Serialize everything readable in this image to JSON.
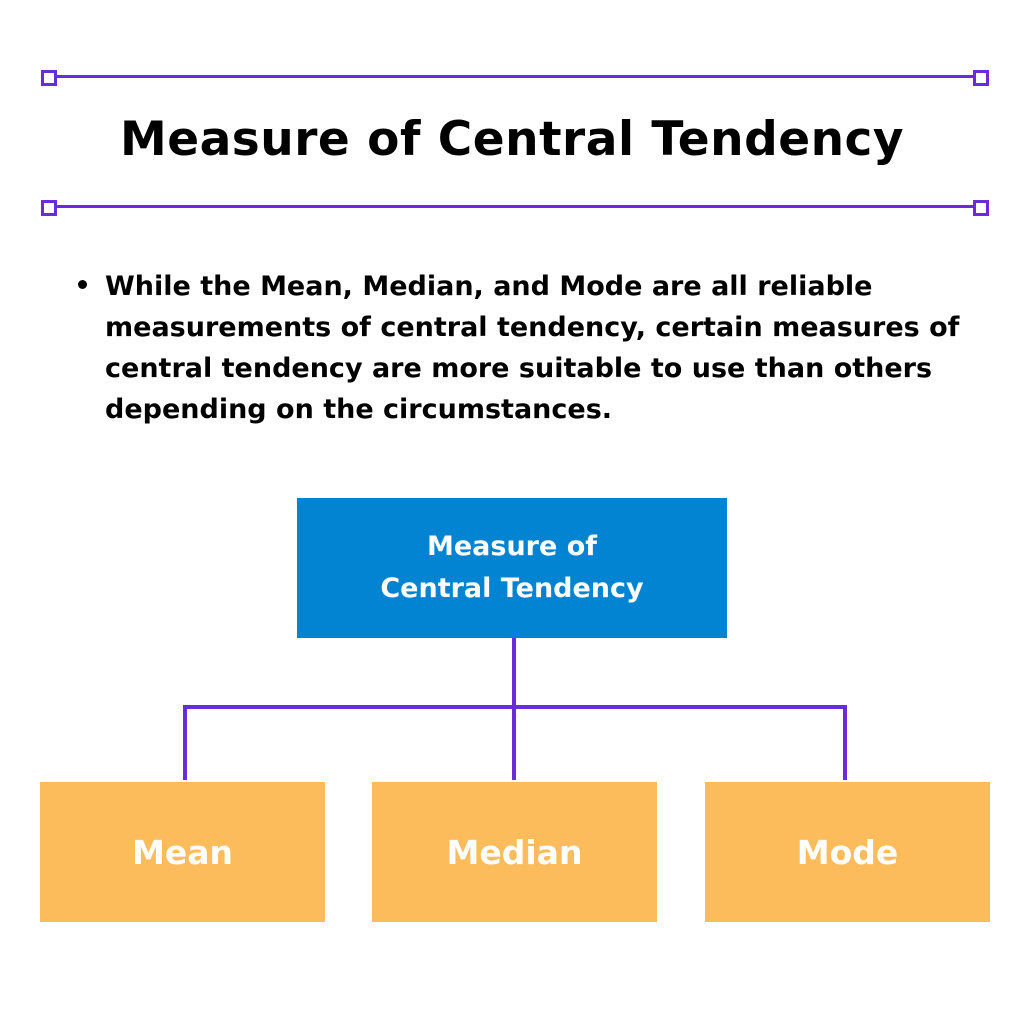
{
  "title": "Measure of Central Tendency",
  "bullet": "While the Mean, Median, and Mode are all reliable measurements of central tendency, certain measures of central tendency are more suitable to use than others depending on the circumstances.",
  "diagram": {
    "root": {
      "line1": "Measure of",
      "line2": "Central Tendency"
    },
    "children": [
      {
        "label": "Mean"
      },
      {
        "label": "Median"
      },
      {
        "label": "Mode"
      }
    ]
  },
  "colors": {
    "rule": "#6a2bd9",
    "root_box": "#0284d2",
    "child_box": "#fdbc5b",
    "connector": "#6a2bd9"
  }
}
